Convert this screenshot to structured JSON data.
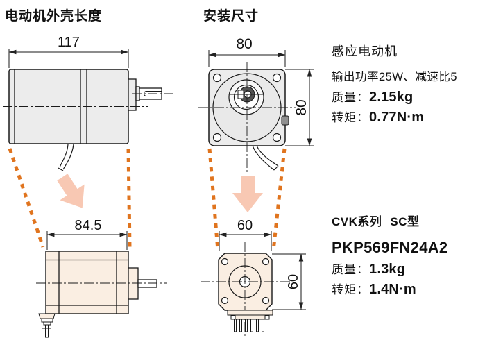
{
  "page": {
    "title_left": "电动机外壳长度",
    "title_middle": "安装尺寸"
  },
  "dimensions": {
    "induction_length": "117",
    "induction_width": "80",
    "induction_height": "80",
    "stepper_length": "84.5",
    "stepper_width": "60",
    "stepper_height": "60"
  },
  "specs": {
    "induction": {
      "heading": "感应电动机",
      "description": "输出功率25W、减速比5",
      "mass_label": "质量：",
      "mass_value": "2.15kg",
      "torque_label": "转矩：",
      "torque_value": "0.77N·m"
    },
    "stepper": {
      "series": "CVK系列",
      "type": "SC型",
      "model": "PKP569FN24A2",
      "mass_label": "质量：",
      "mass_value": "1.3kg",
      "torque_label": "转矩：",
      "torque_value": "1.4N·m"
    }
  },
  "colors": {
    "highlight_orange": "#E0741E",
    "arrow_pink": "#F8C8B3",
    "induction_body": "#ECECEC",
    "stepper_body": "#FAEEE2",
    "line": "#1A1A1A"
  }
}
